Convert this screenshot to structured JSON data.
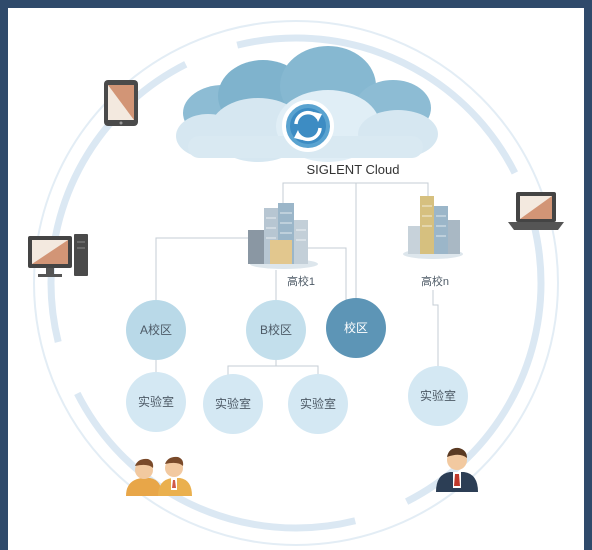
{
  "cloud": {
    "label": "SIGLENT Cloud"
  },
  "universities": [
    {
      "label": "高校1"
    },
    {
      "label": "高校n"
    }
  ],
  "campuses": [
    {
      "label": "A校区"
    },
    {
      "label": "B校区"
    },
    {
      "label": "校区"
    }
  ],
  "labs": [
    {
      "label": "实验室"
    },
    {
      "label": "实验室"
    },
    {
      "label": "实验室"
    },
    {
      "label": "实验室"
    }
  ],
  "colors": {
    "ring": "#dbe8f3",
    "campus_light": "#b9d9e8",
    "campus_dark": "#5d95b6",
    "lab": "#d4e8f3",
    "connector": "#c5cdd4",
    "cloud": "#d6e7f1",
    "cloud_back": "#7fb3cd"
  },
  "icons": [
    "tablet-icon",
    "desktop-computer-icon",
    "laptop-icon",
    "users-icon",
    "user-icon",
    "cloud-sync-icon",
    "building-icon"
  ]
}
